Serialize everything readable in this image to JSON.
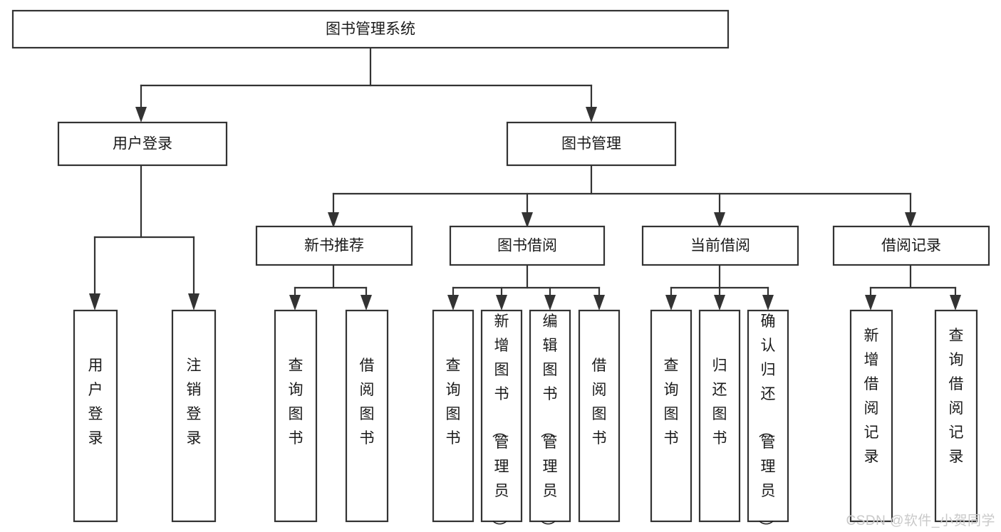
{
  "diagram": {
    "type": "tree-hierarchy",
    "title": "图书管理系统",
    "watermark": "CSDN @软件_小贺同学",
    "colors": {
      "box_stroke": "#333333",
      "box_fill": "#ffffff",
      "text": "#1a1a1a",
      "watermark": "#c9c9c9",
      "background": "#ffffff"
    },
    "levels": {
      "root": "图书管理系统",
      "level2": [
        "用户登录",
        "图书管理"
      ],
      "level3": [
        "新书推荐",
        "图书借阅",
        "当前借阅",
        "借阅记录"
      ]
    },
    "nodes": {
      "root": {
        "label": "图书管理系统",
        "orientation": "horizontal"
      },
      "user_login": {
        "label": "用户登录",
        "orientation": "horizontal"
      },
      "book_manage": {
        "label": "图书管理",
        "orientation": "horizontal"
      },
      "new_book_rec": {
        "label": "新书推荐",
        "orientation": "horizontal"
      },
      "book_borrow": {
        "label": "图书借阅",
        "orientation": "horizontal"
      },
      "current_borrow": {
        "label": "当前借阅",
        "orientation": "horizontal"
      },
      "borrow_record": {
        "label": "借阅记录",
        "orientation": "horizontal"
      },
      "leaf_user_login": {
        "label": "用户登录",
        "orientation": "vertical"
      },
      "leaf_logout": {
        "label": "注销登录",
        "orientation": "vertical"
      },
      "leaf_query_book_1": {
        "label": "查询图书",
        "orientation": "vertical"
      },
      "leaf_borrow_book_1": {
        "label": "借阅图书",
        "orientation": "vertical"
      },
      "leaf_query_book_2": {
        "label": "查询图书",
        "orientation": "vertical"
      },
      "leaf_add_book": {
        "label": "新增图书（管理员）",
        "orientation": "vertical"
      },
      "leaf_edit_book": {
        "label": "编辑图书（管理员）",
        "orientation": "vertical"
      },
      "leaf_borrow_book_2": {
        "label": "借阅图书",
        "orientation": "vertical"
      },
      "leaf_query_book_3": {
        "label": "查询图书",
        "orientation": "vertical"
      },
      "leaf_return_book": {
        "label": "归还图书",
        "orientation": "vertical"
      },
      "leaf_confirm_return": {
        "label": "确认归还（管理员）",
        "orientation": "vertical"
      },
      "leaf_add_record": {
        "label": "新增借阅记录",
        "orientation": "vertical"
      },
      "leaf_query_record": {
        "label": "查询借阅记录",
        "orientation": "vertical"
      }
    },
    "structure": [
      {
        "label": "图书管理系统",
        "children": [
          {
            "label": "用户登录",
            "children": [
              {
                "label": "用户登录"
              },
              {
                "label": "注销登录"
              }
            ]
          },
          {
            "label": "图书管理",
            "children": [
              {
                "label": "新书推荐",
                "children": [
                  {
                    "label": "查询图书"
                  },
                  {
                    "label": "借阅图书"
                  }
                ]
              },
              {
                "label": "图书借阅",
                "children": [
                  {
                    "label": "查询图书"
                  },
                  {
                    "label": "新增图书（管理员）"
                  },
                  {
                    "label": "编辑图书（管理员）"
                  },
                  {
                    "label": "借阅图书"
                  }
                ]
              },
              {
                "label": "当前借阅",
                "children": [
                  {
                    "label": "查询图书"
                  },
                  {
                    "label": "归还图书"
                  },
                  {
                    "label": "确认归还（管理员）"
                  }
                ]
              },
              {
                "label": "借阅记录",
                "children": [
                  {
                    "label": "新增借阅记录"
                  },
                  {
                    "label": "查询借阅记录"
                  }
                ]
              }
            ]
          }
        ]
      }
    ]
  }
}
